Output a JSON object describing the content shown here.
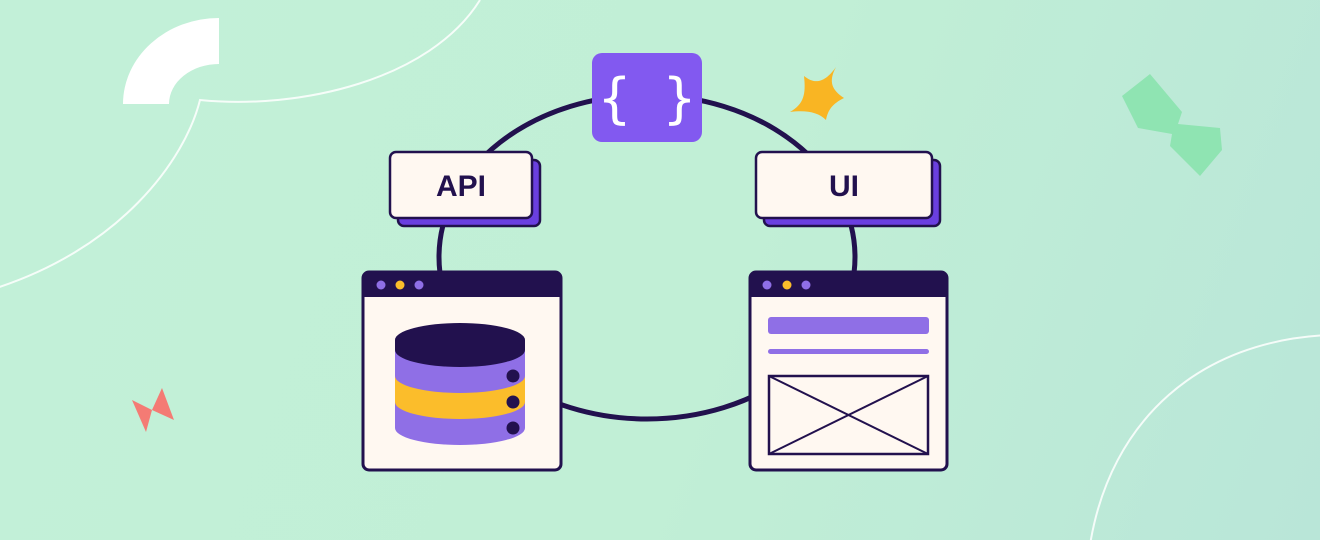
{
  "diagram": {
    "code_badge": {
      "symbol": "{ }",
      "icon": "code-braces-icon"
    },
    "nodes": [
      {
        "id": "api",
        "label": "API",
        "icon": "database-icon",
        "window": "database-window"
      },
      {
        "id": "ui",
        "label": "UI",
        "icon": "wireframe-layout-icon",
        "window": "ui-wireframe-window"
      }
    ]
  },
  "colors": {
    "background": "#c2f0d8",
    "navy": "#22114e",
    "purple": "#8f6fe6",
    "badge_purple": "#8259f0",
    "yellow": "#fbbd2b",
    "cream": "#fff8f1",
    "shadow_purple": "#6a3fe0",
    "sparkle_yellow": "#f9b523",
    "coral": "#f47b74",
    "mint_shape": "#8fe4b2"
  }
}
